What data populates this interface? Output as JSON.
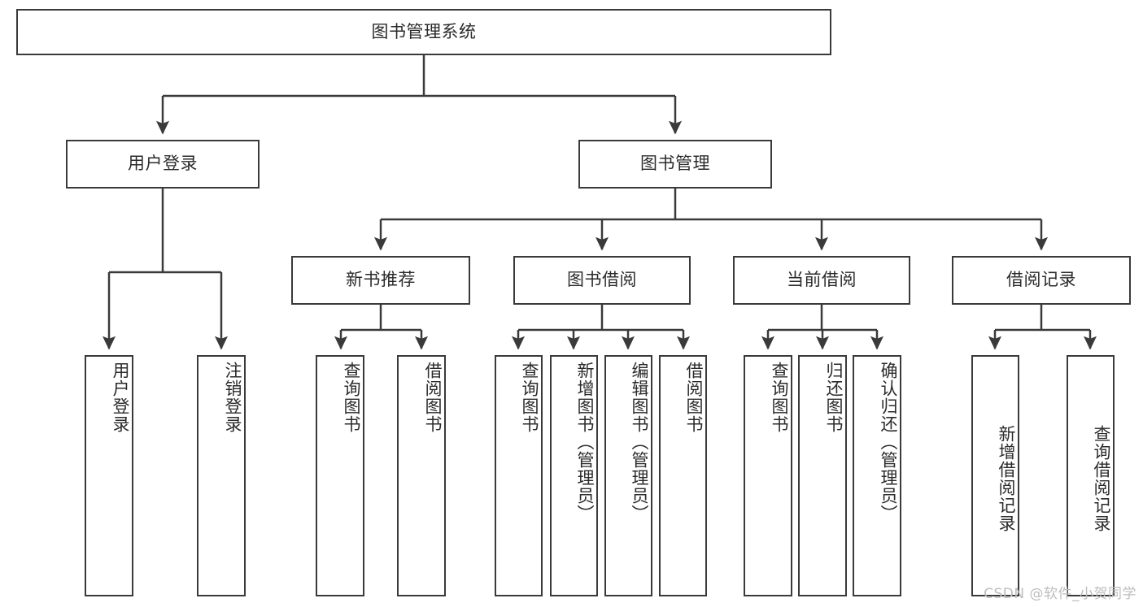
{
  "diagram": {
    "title": "图书管理系统",
    "type": "tree-hierarchy-diagram",
    "root": {
      "label": "图书管理系统",
      "orientation": "horizontal"
    },
    "level2": [
      {
        "label": "用户登录",
        "orientation": "horizontal"
      },
      {
        "label": "图书管理",
        "orientation": "horizontal"
      }
    ],
    "level3": [
      {
        "label": "新书推荐",
        "orientation": "horizontal"
      },
      {
        "label": "图书借阅",
        "orientation": "horizontal"
      },
      {
        "label": "当前借阅",
        "orientation": "horizontal"
      },
      {
        "label": "借阅记录",
        "orientation": "horizontal"
      }
    ],
    "leaves": {
      "user_login": [
        {
          "label": "用户登录",
          "orientation": "vertical"
        },
        {
          "label": "注销登录",
          "orientation": "vertical"
        }
      ],
      "new_book_recommend": [
        {
          "label": "查询图书",
          "orientation": "vertical"
        },
        {
          "label": "借阅图书",
          "orientation": "vertical"
        }
      ],
      "book_borrow": [
        {
          "label": "查询图书",
          "orientation": "vertical"
        },
        {
          "label": "新增图书（管理员）",
          "orientation": "vertical"
        },
        {
          "label": "编辑图书（管理员）",
          "orientation": "vertical"
        },
        {
          "label": "借阅图书",
          "orientation": "vertical"
        }
      ],
      "current_borrow": [
        {
          "label": "查询图书",
          "orientation": "vertical"
        },
        {
          "label": "归还图书",
          "orientation": "vertical"
        },
        {
          "label": "确认归还（管理员）",
          "orientation": "vertical"
        }
      ],
      "borrow_record": [
        {
          "label": "新增借阅记录",
          "orientation": "vertical"
        },
        {
          "label": "查询借阅记录",
          "orientation": "vertical"
        }
      ]
    },
    "colors": {
      "stroke": "#3a3a3a",
      "background": "#ffffff",
      "text": "#2b2b2b",
      "watermark": "#bdbdbd"
    }
  },
  "watermark": {
    "text": "CSDN @软件_小贺同学"
  }
}
